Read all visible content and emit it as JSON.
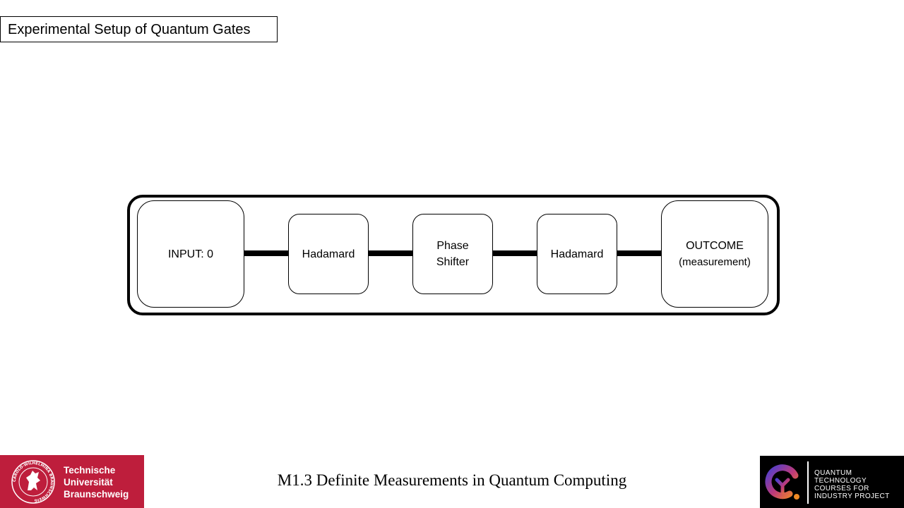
{
  "slide": {
    "title": "Experimental Setup of Quantum Gates",
    "footer": "M1.3 Definite Measurements in Quantum Computing"
  },
  "diagram": {
    "nodes": [
      {
        "line1": "INPUT: 0"
      },
      {
        "line1": "Hadamard"
      },
      {
        "line1": "Phase",
        "line2": "Shifter"
      },
      {
        "line1": "Hadamard"
      },
      {
        "line1": "OUTCOME",
        "line2": "(measurement)"
      }
    ]
  },
  "logos": {
    "tu": {
      "lines": [
        "Technische",
        "Universität",
        "Braunschweig"
      ],
      "seal_text": "CAROLO-WILHELMINA BRAUNSCHWEIG",
      "color": "#be1e3c"
    },
    "qtc": {
      "lines": [
        "QUANTUM",
        "TECHNOLOGY",
        "COURSES FOR",
        "INDUSTRY PROJECT"
      ],
      "gradient": [
        "#4a3fd0",
        "#c03a78",
        "#f08a24"
      ]
    }
  }
}
